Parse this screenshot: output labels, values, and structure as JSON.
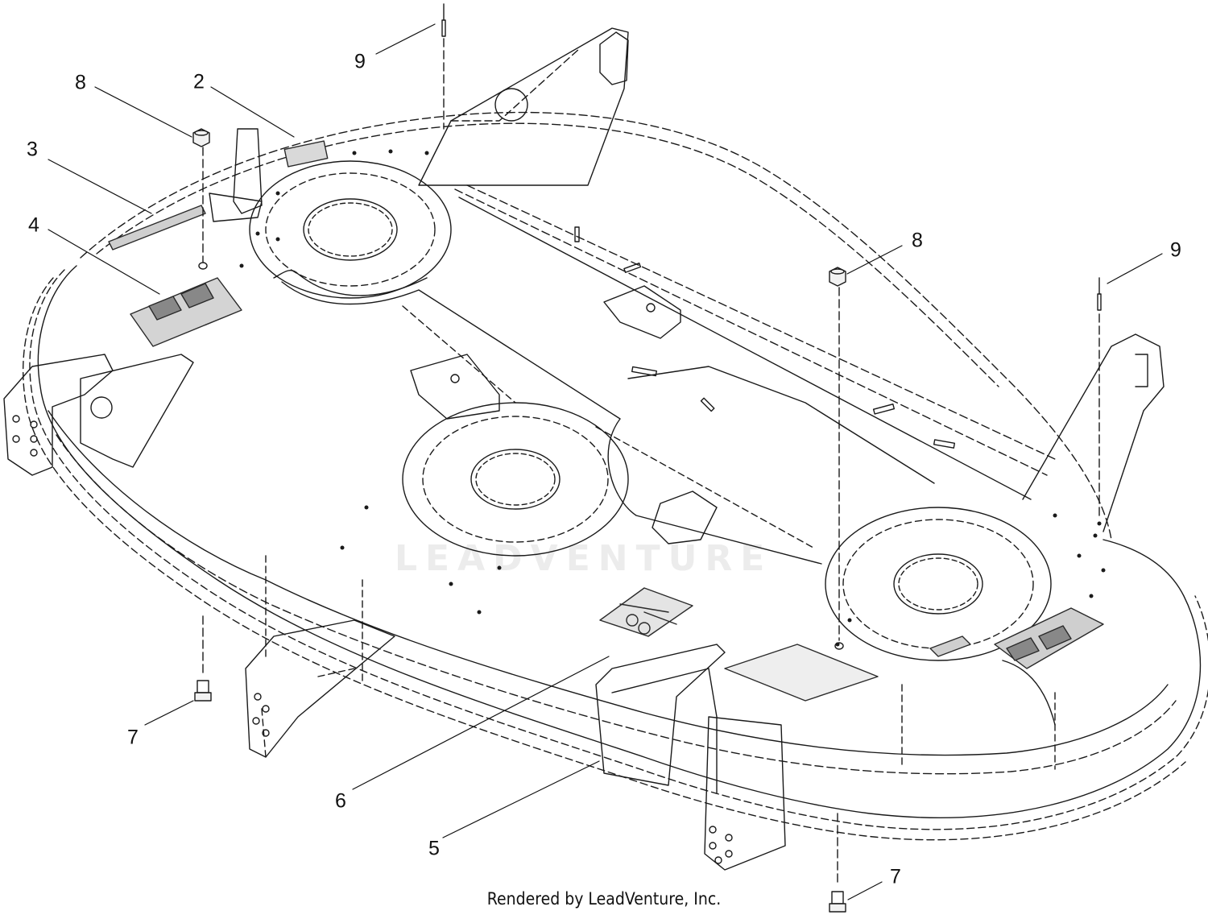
{
  "callouts": [
    {
      "id": "9a",
      "label": "9"
    },
    {
      "id": "8a",
      "label": "8"
    },
    {
      "id": "2",
      "label": "2"
    },
    {
      "id": "3",
      "label": "3"
    },
    {
      "id": "4",
      "label": "4"
    },
    {
      "id": "8b",
      "label": "8"
    },
    {
      "id": "9b",
      "label": "9"
    },
    {
      "id": "7a",
      "label": "7"
    },
    {
      "id": "6",
      "label": "6"
    },
    {
      "id": "5",
      "label": "5"
    },
    {
      "id": "7b",
      "label": "7"
    }
  ],
  "watermark": "LEADVENTURE",
  "footer": "Rendered by LeadVenture, Inc.",
  "colors": {
    "line": "#1a1a1a",
    "decal": "#2a2a2a",
    "watermark": "#ececec"
  }
}
